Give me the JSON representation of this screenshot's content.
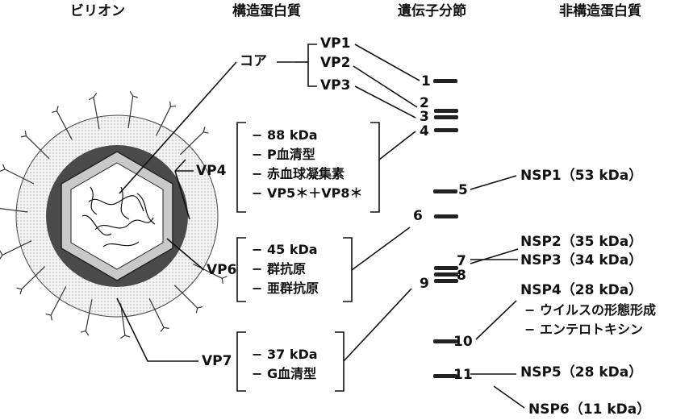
{
  "headers": {
    "virion": "ビリオン",
    "structural": "構造蛋白質",
    "segments": "遺伝子分節",
    "nonstructural": "非構造蛋白質"
  },
  "core": {
    "label": "コア",
    "vp1": "VP1",
    "vp2": "VP2",
    "vp3": "VP3"
  },
  "vp4": {
    "label": "VP4",
    "items": [
      "− 88 kDa",
      "− P血清型",
      "− 赤血球凝集素",
      "− VP5＊＋VP8＊"
    ]
  },
  "vp6": {
    "label": "VP6",
    "items": [
      "− 45 kDa",
      "− 群抗原",
      "− 亜群抗原"
    ]
  },
  "vp7": {
    "label": "VP7",
    "items": [
      "− 37 kDa",
      "− G血清型"
    ]
  },
  "segments": [
    "1",
    "2",
    "3",
    "4",
    "5",
    "6",
    "7",
    "8",
    "9",
    "10",
    "11"
  ],
  "nsp": {
    "nsp1": "NSP1（53 kDa）",
    "nsp2": "NSP2（35 kDa）",
    "nsp3": "NSP3（34 kDa）",
    "nsp4": "NSP4（28 kDa）",
    "nsp4_items": [
      "− ウイルスの形態形成",
      "− エンテロトキシン"
    ],
    "nsp5": "NSP5（28 kDa）",
    "nsp6": "NSP6（11 kDa）"
  }
}
